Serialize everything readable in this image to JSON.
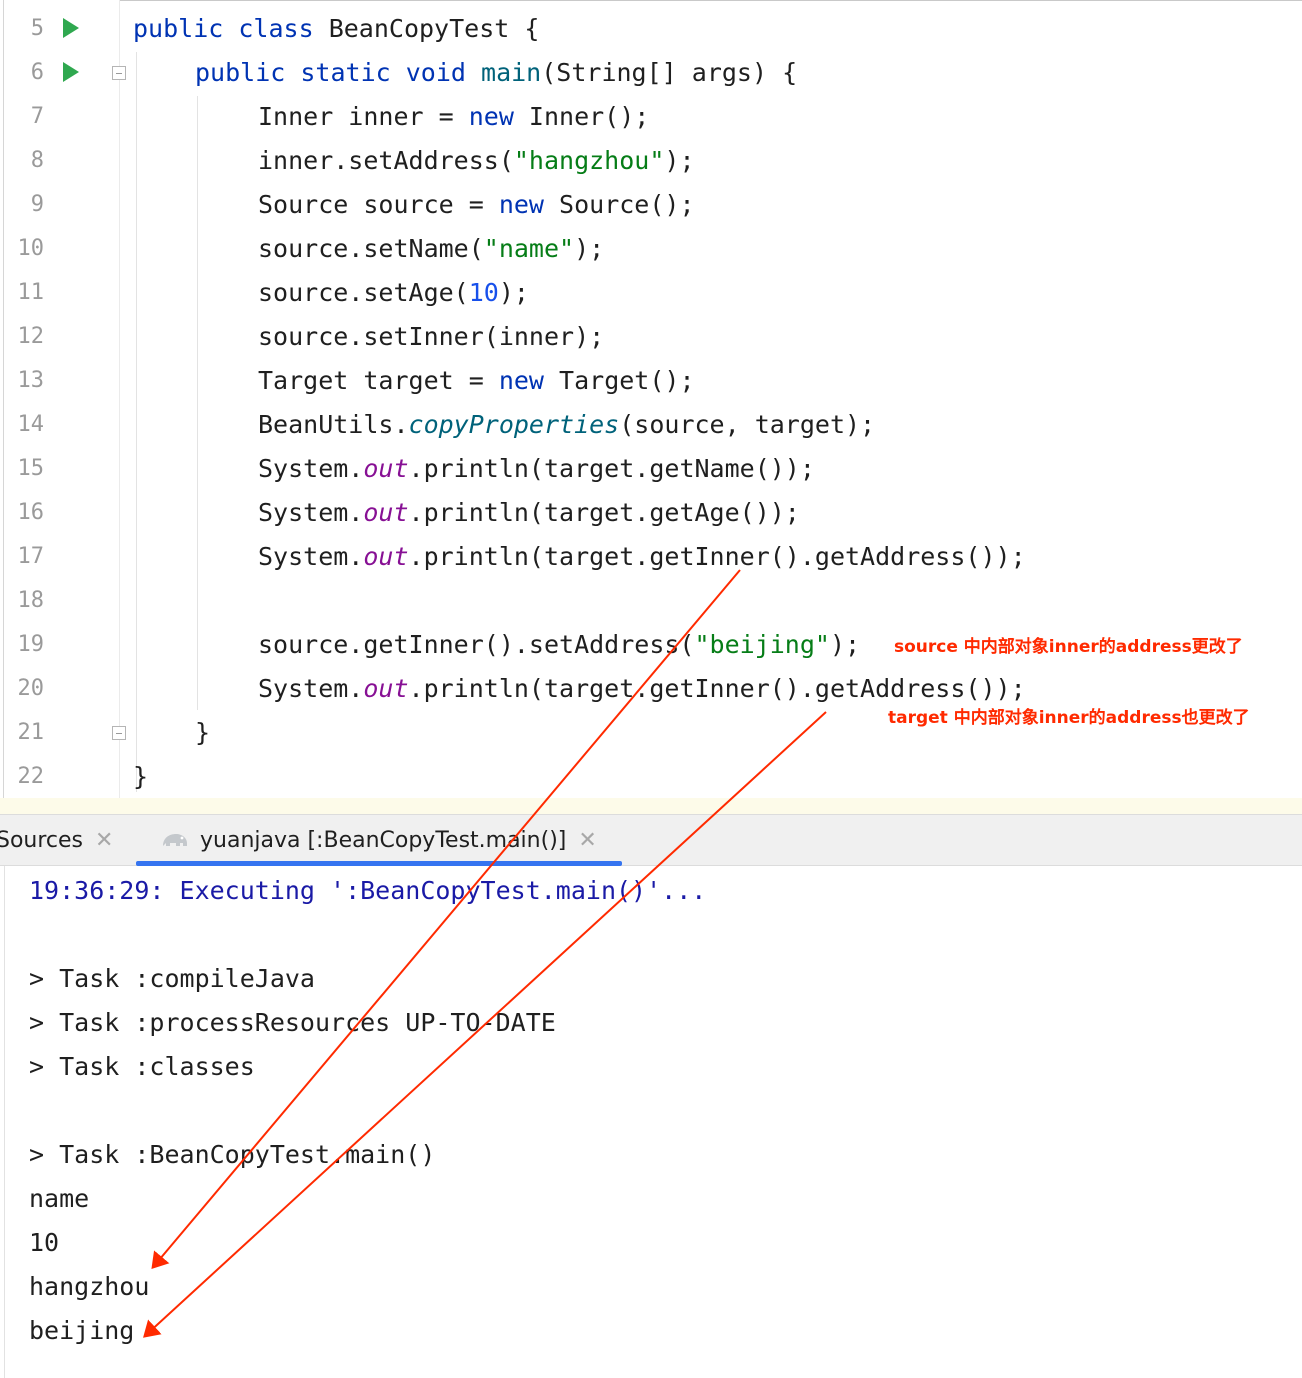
{
  "editor": {
    "line_numbers": [
      "5",
      "6",
      "7",
      "8",
      "9",
      "10",
      "11",
      "12",
      "13",
      "14",
      "15",
      "16",
      "17",
      "18",
      "19",
      "20",
      "21",
      "22"
    ],
    "code": {
      "l5": {
        "kw1": "public",
        "kw2": "class",
        "rest": " BeanCopyTest {"
      },
      "l6": {
        "kw1": "public",
        "kw2": "static",
        "kw3": "void",
        "method": "main",
        "rest": "(String[] args) {"
      },
      "l7": {
        "a": "Inner inner = ",
        "kw": "new",
        "b": " Inner();"
      },
      "l8": {
        "a": "inner.setAddress(",
        "str": "\"hangzhou\"",
        "b": ");"
      },
      "l9": {
        "a": "Source source = ",
        "kw": "new",
        "b": " Source();"
      },
      "l10": {
        "a": "source.setName(",
        "str": "\"name\"",
        "b": ");"
      },
      "l11": {
        "a": "source.setAge(",
        "num": "10",
        "b": ");"
      },
      "l12": {
        "a": "source.setInner(inner);"
      },
      "l13": {
        "a": "Target target = ",
        "kw": "new",
        "b": " Target();"
      },
      "l14": {
        "a": "BeanUtils.",
        "smeth": "copyProperties",
        "b": "(source, target);"
      },
      "l15": {
        "a": "System.",
        "fld": "out",
        "b": ".println(target.getName());"
      },
      "l16": {
        "a": "System.",
        "fld": "out",
        "b": ".println(target.getAge());"
      },
      "l17": {
        "a": "System.",
        "fld": "out",
        "b": ".println(target.getInner().getAddress());"
      },
      "l19": {
        "a": "source.getInner().setAddress(",
        "str": "\"beijing\"",
        "b": ");"
      },
      "l20": {
        "a": "System.",
        "fld": "out",
        "b": ".println(target.getInner().getAddress());"
      },
      "l21": {
        "a": "}"
      },
      "l22": {
        "a": "}"
      }
    },
    "annotations": {
      "source_note": "source 中内部对象inner的address更改了",
      "target_note": "target 中内部对象inner的address也更改了"
    }
  },
  "tabs": {
    "sources_label": "Sources",
    "run_label": "yuanjava [:BeanCopyTest.main()]",
    "close_glyph": "✕"
  },
  "console": {
    "lines": [
      "19:36:29: Executing ':BeanCopyTest.main()'...",
      "",
      "> Task :compileJava",
      "> Task :processResources UP-TO-DATE",
      "> Task :classes",
      "",
      "> Task :BeanCopyTest.main()",
      "name",
      "10",
      "hangzhou",
      "beijing"
    ]
  },
  "colors": {
    "keyword": "#0033b3",
    "string": "#067d17",
    "number": "#1750eb",
    "static_field": "#871094",
    "annotation_arrow": "#ff2a00",
    "run_icon": "#2fa84f",
    "tab_underline": "#3574f0"
  }
}
